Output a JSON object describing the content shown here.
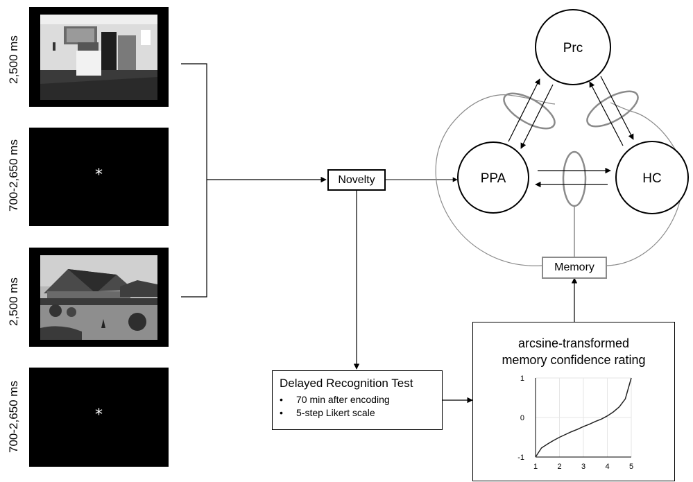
{
  "trials": [
    {
      "duration": "2,500 ms",
      "kind": "photo",
      "scene": "interior"
    },
    {
      "duration": "700-2,650 ms",
      "kind": "fixation",
      "symbol": "*"
    },
    {
      "duration": "2,500 ms",
      "kind": "photo",
      "scene": "exterior"
    },
    {
      "duration": "700-2,650 ms",
      "kind": "fixation",
      "symbol": "*"
    }
  ],
  "novelty_label": "Novelty",
  "regions": {
    "prc": "Prc",
    "ppa": "PPA",
    "hc": "HC"
  },
  "memory_label": "Memory",
  "recognition_test": {
    "title": "Delayed Recognition Test",
    "bullets": [
      "70 min after encoding",
      "5-step Likert scale"
    ]
  },
  "confidence_panel": {
    "title_line1": "arcsine-transformed",
    "title_line2": "memory confidence rating"
  },
  "chart_data": {
    "type": "line",
    "title": "",
    "x_ticks": [
      "1",
      "2",
      "3",
      "4",
      "5"
    ],
    "y_ticks": [
      "-1",
      "0",
      "1"
    ],
    "xlim": [
      1,
      5
    ],
    "ylim": [
      -1,
      1
    ],
    "grid": true,
    "series": [
      {
        "x": [
          1,
          1.25,
          1.5,
          1.75,
          2,
          2.25,
          2.5,
          2.75,
          3,
          3.25,
          3.5,
          3.75,
          4,
          4.25,
          4.5,
          4.75,
          5
        ],
        "y": [
          -1,
          -0.77,
          -0.67,
          -0.58,
          -0.5,
          -0.43,
          -0.36,
          -0.3,
          -0.23,
          -0.17,
          -0.1,
          -0.04,
          0.04,
          0.14,
          0.27,
          0.47,
          1
        ]
      }
    ],
    "colors": {
      "line": "#222222",
      "grid": "#e6e6e6"
    }
  },
  "colors": {
    "line": "#000000",
    "gray": "#8a8a8a"
  }
}
